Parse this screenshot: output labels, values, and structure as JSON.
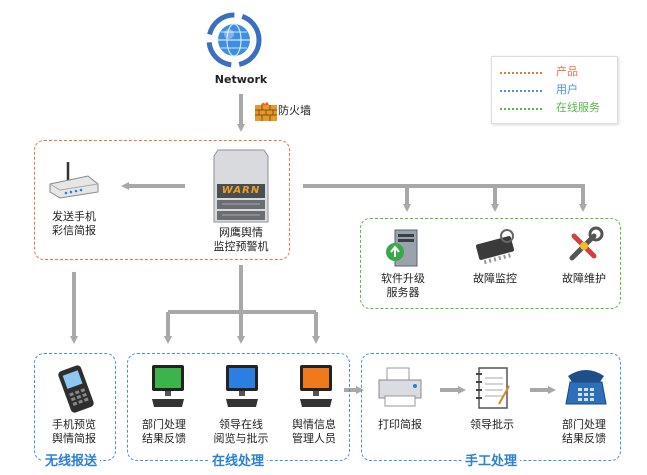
{
  "network_label": "Network",
  "firewall_label": "防火墙",
  "server_label": "网鹰舆情\n监控预警机",
  "server_brand": "WARN",
  "mobile_send_label": "发送手机\n彩信简报",
  "services": [
    {
      "label": "软件升级\n服务器"
    },
    {
      "label": "故障监控"
    },
    {
      "label": "故障维护"
    }
  ],
  "wireless": {
    "label": "手机预览\n舆情简报",
    "group": "无线报送"
  },
  "online": {
    "group": "在线处理",
    "items": [
      {
        "label": "部门处理\n结果反馈",
        "color": "#3bb54a"
      },
      {
        "label": "领导在线\n阅览与批示",
        "color": "#2b7fe0"
      },
      {
        "label": "舆情信息\n管理人员",
        "color": "#f07a1a"
      }
    ]
  },
  "manual": {
    "group": "手工处理",
    "items": [
      {
        "label": "打印简报"
      },
      {
        "label": "领导批示"
      },
      {
        "label": "部门处理\n结果反馈"
      }
    ]
  },
  "legend": [
    {
      "label": "产品",
      "color": "#e8744a"
    },
    {
      "label": "用户",
      "color": "#4a8fe0"
    },
    {
      "label": "在线服务",
      "color": "#58b848"
    }
  ]
}
